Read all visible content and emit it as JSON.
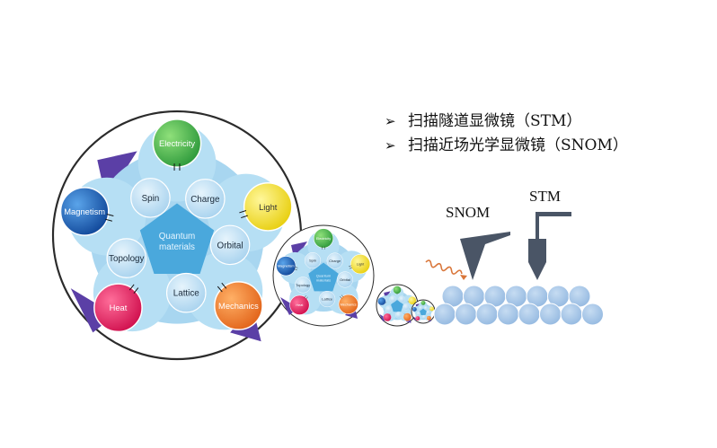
{
  "bullets": [
    {
      "icon": "arrowhead-bullet-icon",
      "text": "扫描隧道显微镜（STM）"
    },
    {
      "icon": "arrowhead-bullet-icon",
      "text": "扫描近场光学显微镜（SNOM）"
    }
  ],
  "labels": {
    "snom": "SNOM",
    "stm": "STM"
  },
  "diagram": {
    "center": "Quantum materials",
    "center_lines": [
      "Quantum",
      "materials"
    ],
    "inner": [
      "Spin",
      "Charge",
      "Orbital",
      "Lattice",
      "Topology"
    ],
    "outer": [
      "Electricity",
      "Light",
      "Mechanics",
      "Heat",
      "Magnetism"
    ]
  },
  "colors": {
    "electricity": "#3aa845",
    "light": "#f2e21a",
    "mechanics": "#ec7a1c",
    "heat": "#e3185c",
    "magnetism": "#1a64b8",
    "inner_bubble": "#b9dcf2",
    "petal": "#a8d6f0",
    "center": "#4aa8dc",
    "atom": "#a9c7e8",
    "tip": "#4a5566",
    "wave": "#d9763a"
  }
}
